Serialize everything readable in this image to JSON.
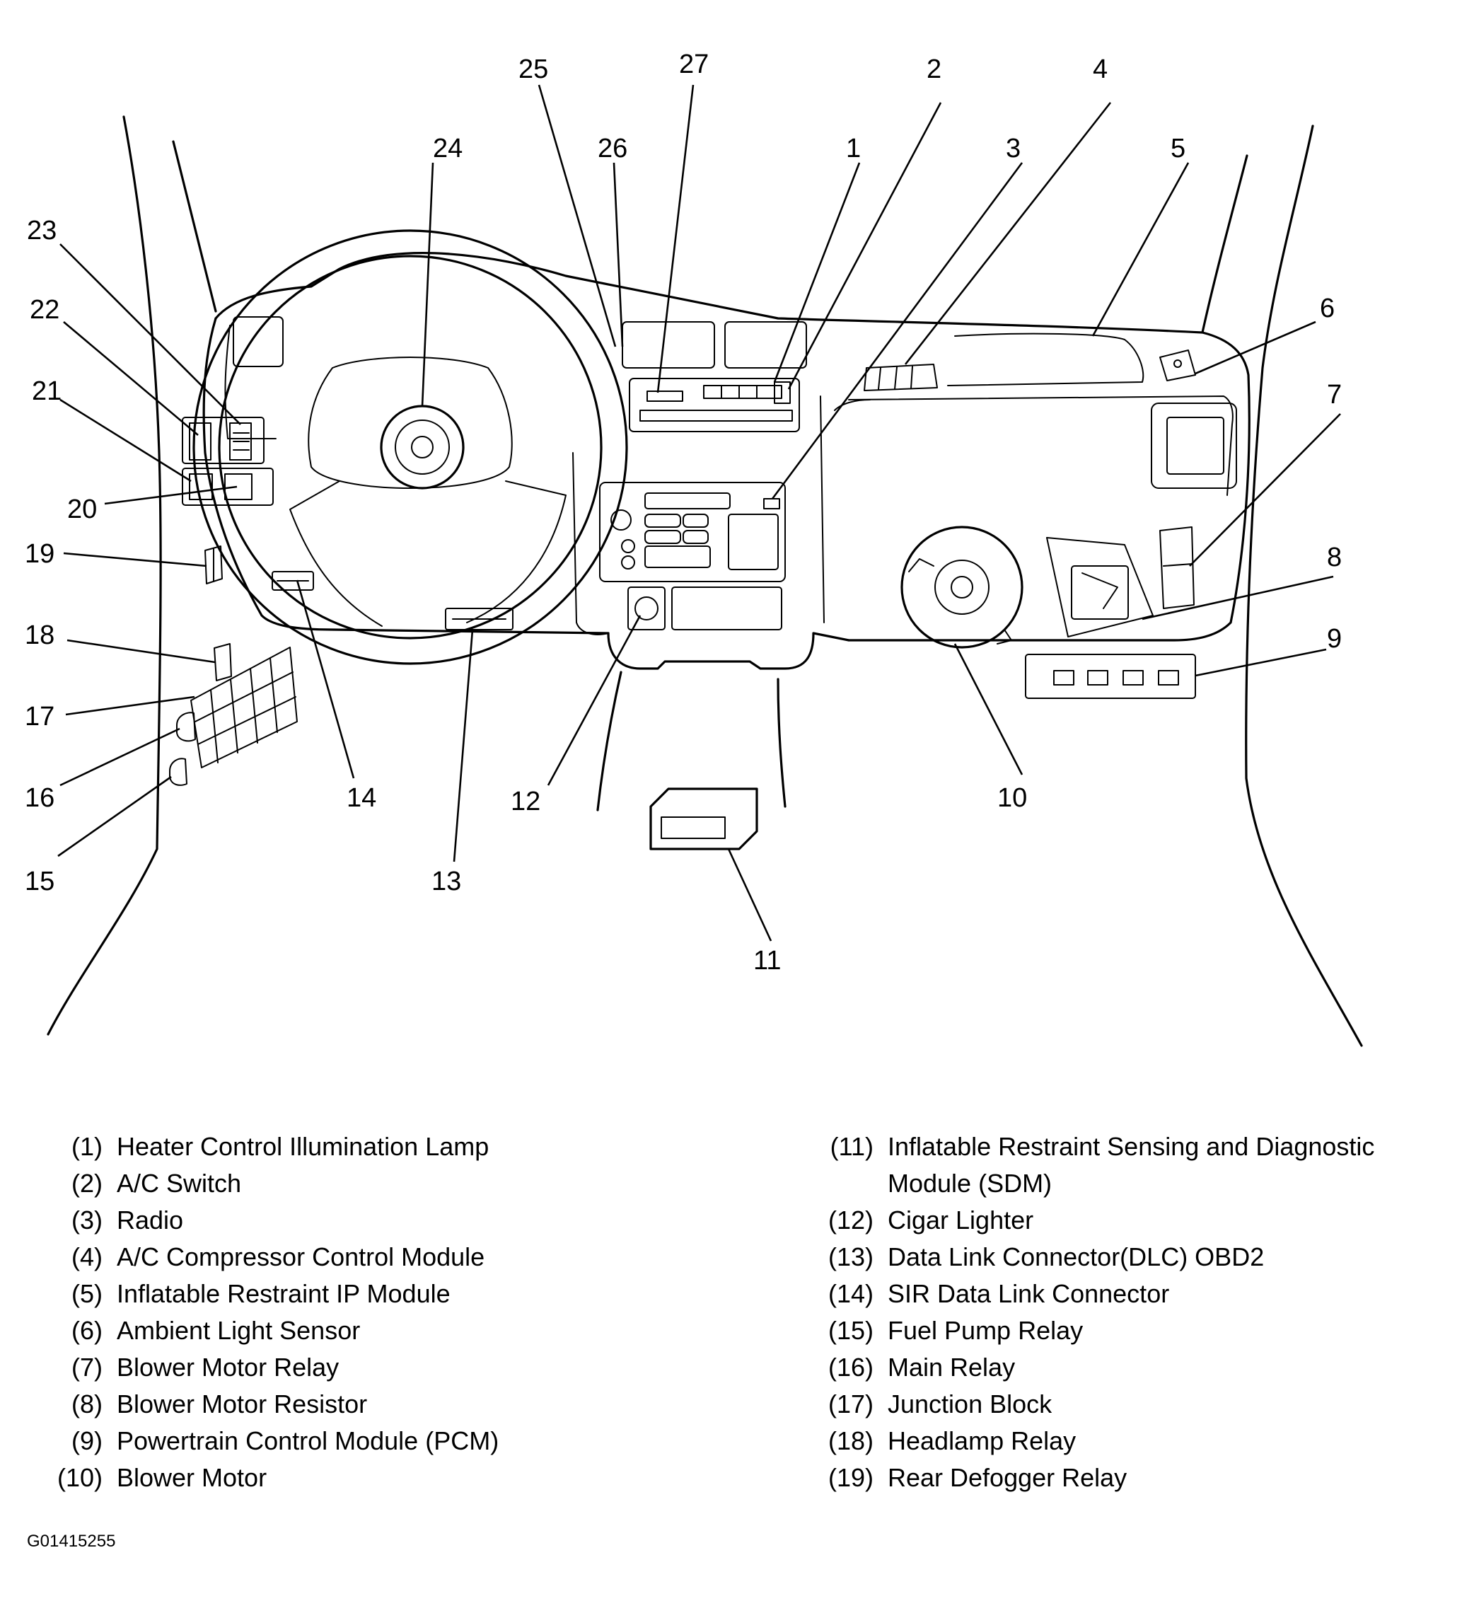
{
  "callouts": [
    "1",
    "2",
    "3",
    "4",
    "5",
    "6",
    "7",
    "8",
    "9",
    "10",
    "11",
    "12",
    "13",
    "14",
    "15",
    "16",
    "17",
    "18",
    "19",
    "20",
    "21",
    "22",
    "23",
    "24",
    "25",
    "26",
    "27"
  ],
  "legend_left": [
    {
      "num": "(1)",
      "text": "Heater Control Illumination Lamp"
    },
    {
      "num": "(2)",
      "text": "A/C Switch"
    },
    {
      "num": "(3)",
      "text": "Radio"
    },
    {
      "num": "(4)",
      "text": "A/C Compressor Control Module"
    },
    {
      "num": "(5)",
      "text": "Inflatable Restraint IP Module"
    },
    {
      "num": "(6)",
      "text": "Ambient Light Sensor"
    },
    {
      "num": "(7)",
      "text": "Blower Motor Relay"
    },
    {
      "num": "(8)",
      "text": "Blower Motor Resistor"
    },
    {
      "num": "(9)",
      "text": "Powertrain Control Module (PCM)"
    },
    {
      "num": "(10)",
      "text": "Blower Motor"
    }
  ],
  "legend_right": [
    {
      "num": "(11)",
      "text": "Inflatable Restraint Sensing and Diagnostic Module (SDM)"
    },
    {
      "num": "(12)",
      "text": "Cigar Lighter"
    },
    {
      "num": "(13)",
      "text": "Data Link Connector(DLC) OBD2"
    },
    {
      "num": "(14)",
      "text": "SIR Data Link Connector"
    },
    {
      "num": "(15)",
      "text": "Fuel Pump Relay"
    },
    {
      "num": "(16)",
      "text": "Main Relay"
    },
    {
      "num": "(17)",
      "text": "Junction Block"
    },
    {
      "num": "(18)",
      "text": "Headlamp Relay"
    },
    {
      "num": "(19)",
      "text": "Rear Defogger Relay"
    }
  ],
  "figure_id": "G01415255"
}
